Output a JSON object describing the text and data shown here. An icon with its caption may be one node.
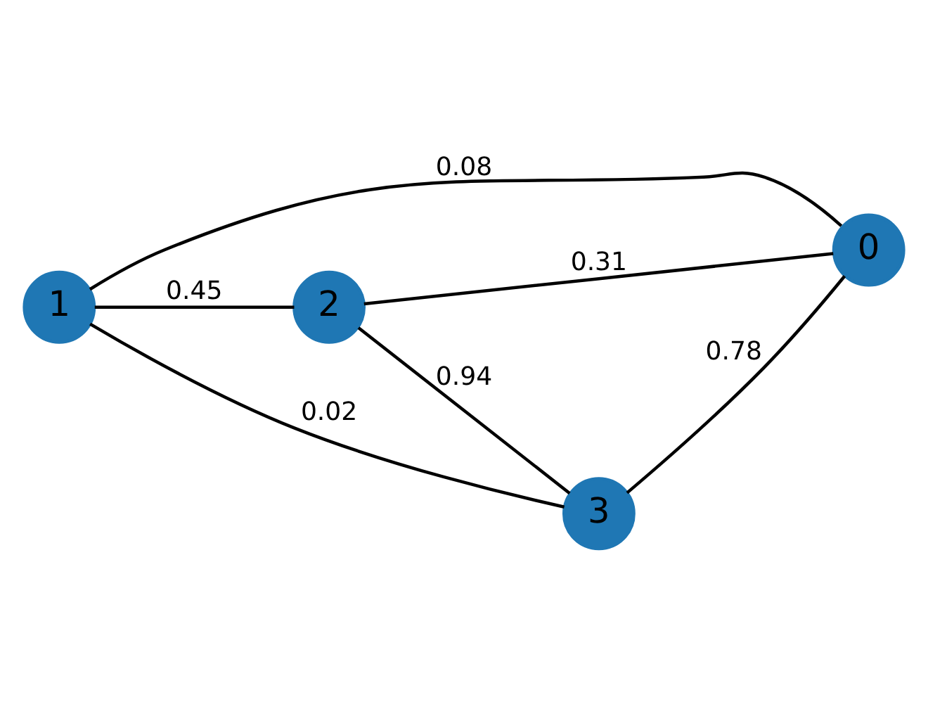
{
  "diagram": {
    "nodes": [
      {
        "text": [
          "0"
        ]
      },
      {
        "text": [
          "1"
        ]
      },
      {
        "text": [
          "2"
        ]
      },
      {
        "text": [
          "3"
        ]
      }
    ],
    "edges": [
      {
        "from": 1,
        "to": 0,
        "arrow": "none",
        "label": "0.08"
      },
      {
        "from": 1,
        "to": 2,
        "arrow": "none",
        "label": "0.45"
      },
      {
        "from": 1,
        "to": 3,
        "arrow": "none",
        "label": "0.02"
      },
      {
        "from": 2,
        "to": 0,
        "arrow": "none",
        "label": "0.31"
      },
      {
        "from": 2,
        "to": 3,
        "arrow": "none",
        "label": "0.94"
      },
      {
        "from": 3,
        "to": 0,
        "arrow": "none",
        "label": "0.78"
      }
    ]
  }
}
